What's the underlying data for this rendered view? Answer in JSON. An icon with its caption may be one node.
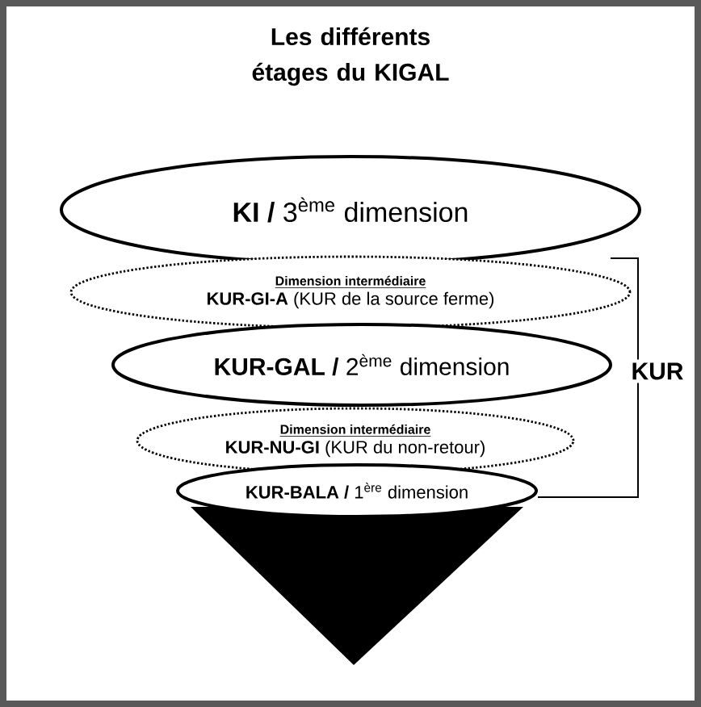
{
  "diagram": {
    "title": "Les différents étages du KIGAL",
    "nodes": [
      {
        "text": [
          "**KI /** 3$^{ème}$ dimension"
        ]
      },
      {
        "text": [
          "Dimension intermédiaire",
          "**KUR-GI-A** (KUR de la source ferme)"
        ]
      },
      {
        "text": [
          "**KUR-GAL /** 2$^{ème}$ dimension"
        ]
      },
      {
        "text": [
          "Dimension intermédiaire",
          "**KUR-NU-GI** (KUR du non-retour)"
        ]
      },
      {
        "text": [
          "**KUR-BALA /** 1$^{ère}$ dimension"
        ]
      }
    ],
    "labels": [
      "KUR"
    ]
  }
}
